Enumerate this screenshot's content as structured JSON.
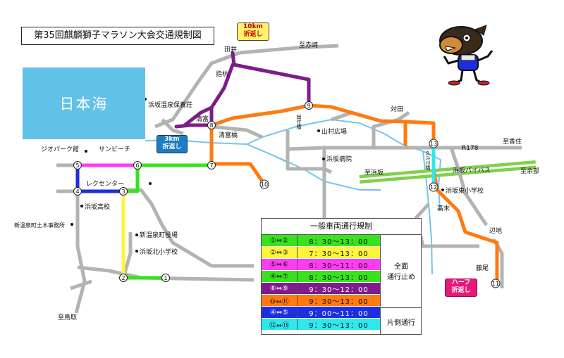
{
  "title": "第35回麒麟獅子マラソン大会交通規制図",
  "sea_label": "日本海",
  "callouts": {
    "turn_10km": [
      "10km",
      "折返し"
    ],
    "turn_3km": [
      "3km",
      "折返し"
    ],
    "turn_half": [
      "ハーフ",
      "折返し"
    ]
  },
  "places": {
    "taii": "田井",
    "to_akasaki": "至赤崎",
    "sashikui": "指杭",
    "hamasaka_onsen_hoyoso": "浜坂温泉保養荘",
    "kiyotomi": "清富",
    "kiyotomi_bridge": "清富橋",
    "shuzumi_bridge": "岡住橋",
    "yamamura_hiroba": "山村広場",
    "taida": "対田",
    "geopark": "ジオパーク館",
    "sunbeach": "サンビーチ",
    "hamasaka_hospital": "浜坂病院",
    "r178": "R178",
    "to_kasumi": "至香住",
    "to_hamasaka": "至浜坂",
    "kumei_bridge": "久斗川橋",
    "hamasaka_bypass": "浜坂バイパス",
    "to_amarube": "至余部",
    "rec_center": "レクセンター",
    "hamasaka_hs": "浜坂高校",
    "hamasaka_east_es": "浜坂東小学校",
    "takasue": "高末",
    "shin_onsen_doboku": "新温泉町土木事務所",
    "shin_onsen_office": "新温泉町役場",
    "hamasaka_north_es": "浜坂北小学校",
    "henchi": "辺地",
    "fujio": "藤尾",
    "to_tottori": "至鳥取"
  },
  "points": [
    "1",
    "2",
    "3",
    "4",
    "5",
    "6",
    "7",
    "8",
    "9",
    "10",
    "11",
    "12",
    "13"
  ],
  "regulation": {
    "header": "一般車両通行規制",
    "rows": [
      {
        "pair": "①⇔②",
        "time": "8：30〜13：00",
        "color": "#36e31c"
      },
      {
        "pair": "②⇔③",
        "time": "7：30〜13：00",
        "color": "#fff53a"
      },
      {
        "pair": "⑤⇔⑥",
        "time": "8：30〜11：00",
        "color": "#ff3cf2"
      },
      {
        "pair": "④⇔⑦",
        "time": "8：30〜13：00",
        "color": "#36e31c"
      },
      {
        "pair": "⑧⇔⑨",
        "time": "9：30〜12：00",
        "color": "#7d1c8a"
      },
      {
        "pair": "⑩⇔⑪",
        "time": "9：30〜13：00",
        "color": "#ff7a10"
      },
      {
        "pair": "④⇔⑤",
        "time": "9：00〜11：00",
        "color": "#1c2ee0"
      },
      {
        "pair": "⑫⇔⑬",
        "time": "9：30〜13：00",
        "color": "#2ee8ee"
      }
    ],
    "note_full": [
      "全面",
      "通行止め"
    ],
    "note_one_side": "片側通行"
  },
  "colors": {
    "road": "#b3b3b3",
    "river": "#73c6ea",
    "sea": "#61c1e6",
    "bypass": "#7fd14a",
    "green_course": "#36e31c",
    "yellow_course": "#fff53a",
    "magenta_course": "#ff3cf2",
    "purple_course": "#7d1c8a",
    "orange_course": "#ff7a10",
    "blue_course": "#1c2ee0",
    "cyan_course": "#2ee8ee"
  },
  "mascot_icon": "kirin-shishi-mascot-icon"
}
